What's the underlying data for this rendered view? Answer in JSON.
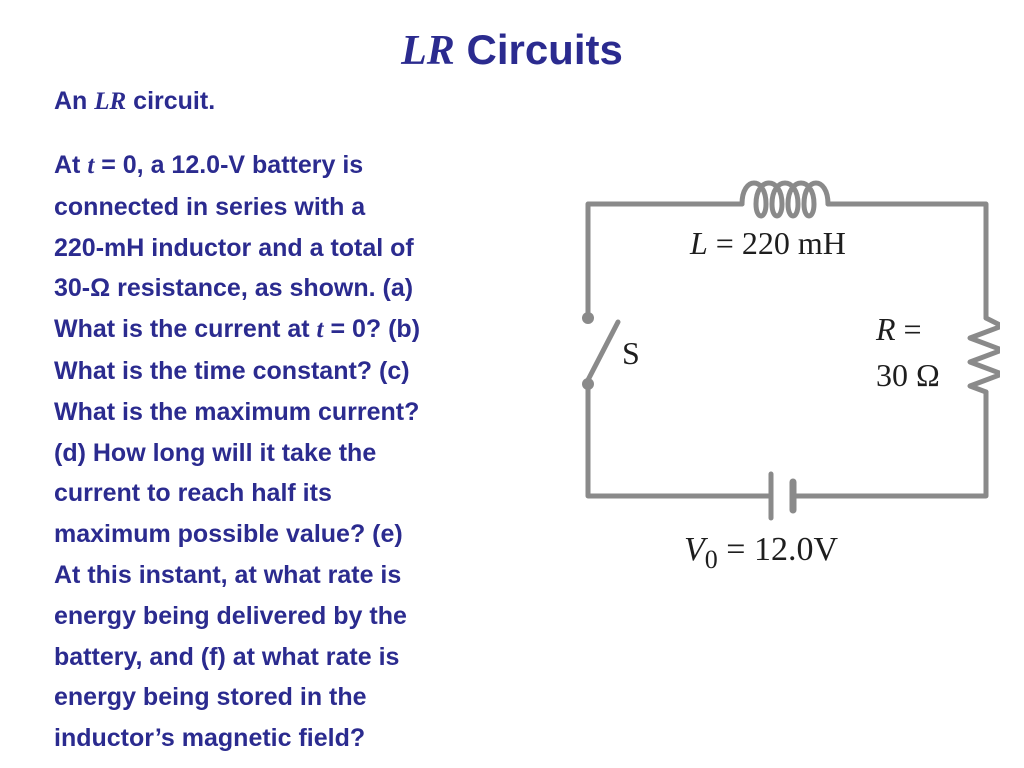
{
  "title": {
    "italic": "LR",
    "rest": " Circuits"
  },
  "subtitle": {
    "pre": "An ",
    "italic": "LR",
    "post": " circuit."
  },
  "problem": {
    "lines": [
      {
        "a": "At ",
        "i": "t",
        "b": " = 0, a 12.0-V battery is"
      },
      {
        "a": "connected in series with a"
      },
      {
        "a": "220-mH inductor and a total of"
      },
      {
        "a": "30-Ω resistance, as shown. (a)"
      },
      {
        "a": "What is the current at ",
        "i": "t",
        "b": " = 0? (b)"
      },
      {
        "a": "What is the time constant? (c)"
      },
      {
        "a": "What is the maximum current?"
      },
      {
        "a": "(d) How long will it take the"
      },
      {
        "a": "current to reach half its"
      },
      {
        "a": "maximum possible value? (e)"
      },
      {
        "a": "At this instant, at what rate is"
      },
      {
        "a": "energy being delivered by the"
      },
      {
        "a": "battery, and (f) at what rate is"
      },
      {
        "a": "energy being stored in the"
      },
      {
        "a": "inductor’s magnetic field?"
      }
    ]
  },
  "circuit": {
    "wire_color": "#8a8a8a",
    "text_color": "#1e1e1e",
    "inductor": {
      "symbol": "L",
      "eq": " = ",
      "value": "220 mH"
    },
    "resistor": {
      "symbol": "R",
      "eq": " =",
      "value": "30 Ω"
    },
    "switch": {
      "label": "S"
    },
    "battery": {
      "symbol": "V",
      "subscript": "0",
      "eq": " = ",
      "value": "12.0V"
    }
  }
}
